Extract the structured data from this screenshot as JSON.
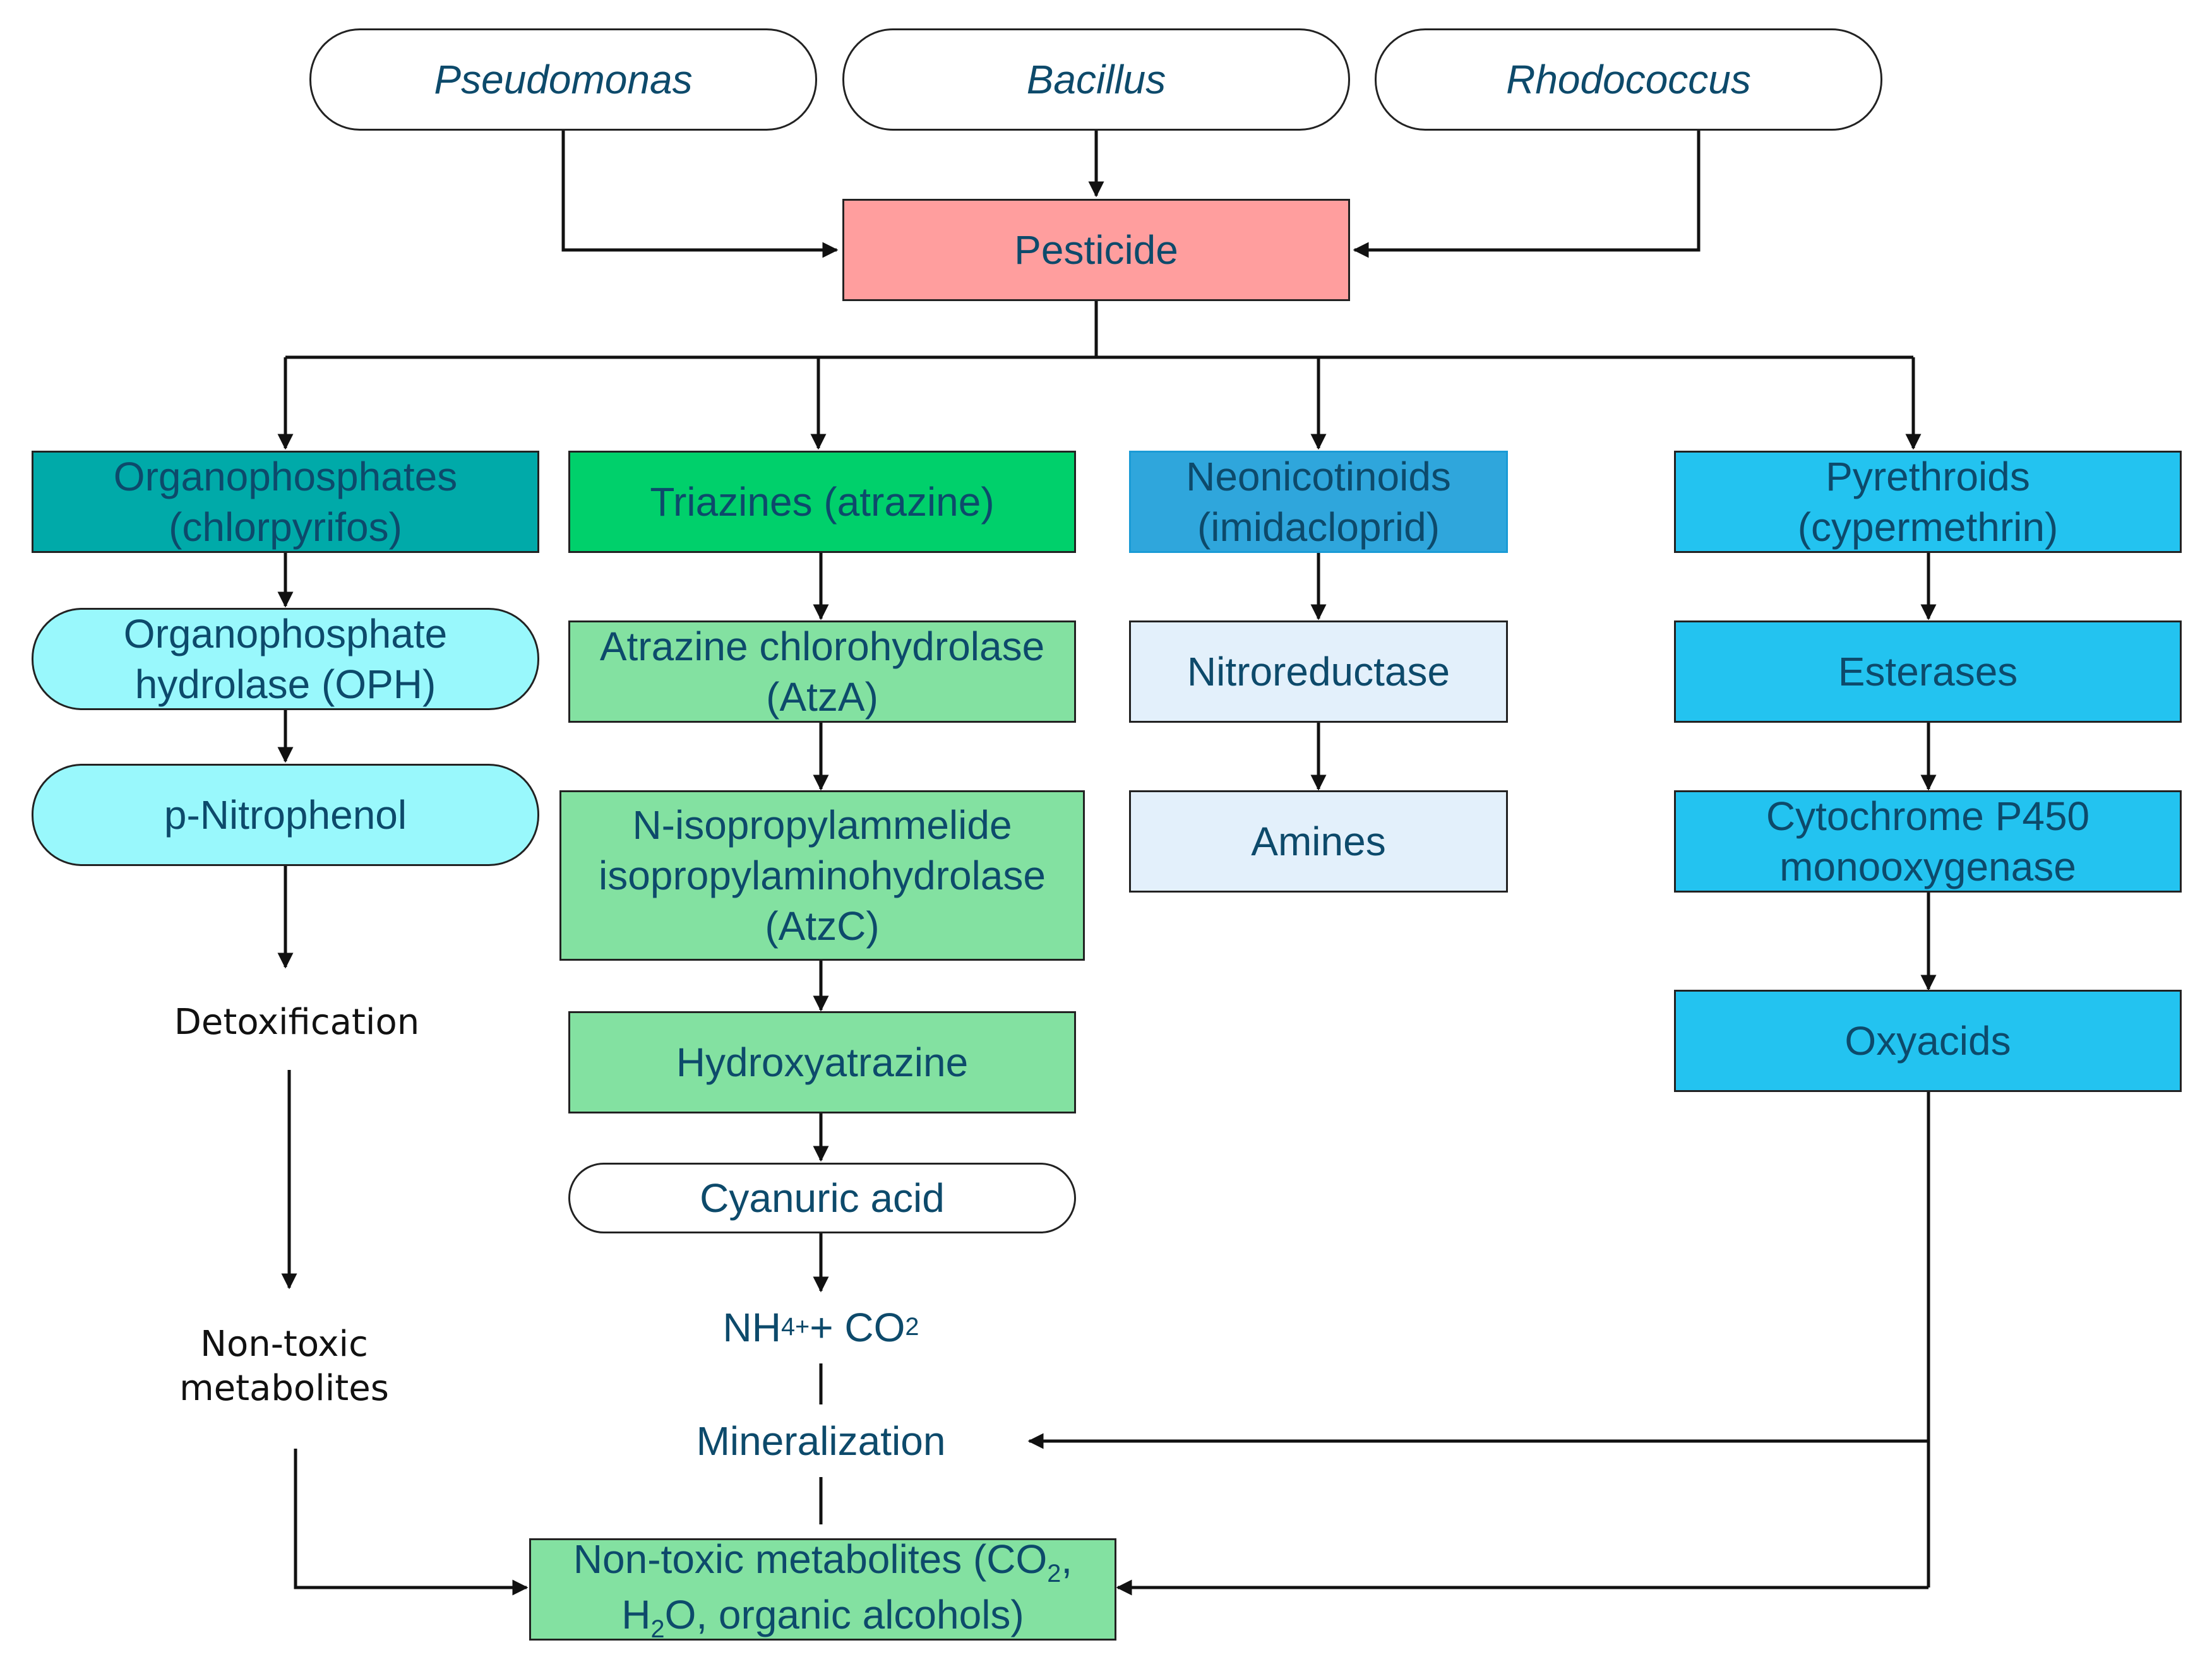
{
  "colors": {
    "pesticide": "#ff9e9e",
    "organophosphates": "#00aaa9",
    "oph_pill": "#99f8fc",
    "triazines": "#00d06b",
    "atrazine_steps": "#83e1a1",
    "neonicotinoids": "#2fa6dc",
    "nitro_steps": "#e3f0fb",
    "pyrethroids": "#23c3f0",
    "text_dark": "#0d4a6b",
    "line": "#111111"
  },
  "bacteria": {
    "pseudomonas": "Pseudomonas",
    "bacillus": "Bacillus",
    "rhodococcus": "Rhodococcus"
  },
  "pesticide": "Pesticide",
  "organophosphate_branch": {
    "class": "Organophosphates\n(chlorpyrifos)",
    "enzyme": "Organophosphate\nhydrolase (OPH)",
    "product": "p-Nitrophenol",
    "detox": "Detoxification",
    "nontoxic": "Non-toxic\nmetabolites"
  },
  "triazine_branch": {
    "class": "Triazines (atrazine)",
    "enzyme1": "Atrazine chlorohydrolase\n(AtzA)",
    "enzyme2": "N-isopropylammelide\nisopropylaminohydrolase\n(AtzC)",
    "product1": "Hydroxyatrazine",
    "product2": "Cyanuric acid",
    "final_nh": "NH",
    "final_nh_sub": "4",
    "final_nh_sup": "+",
    "final_co": " + CO",
    "final_co_sub": "2",
    "mineralization": "Mineralization"
  },
  "neonicotinoid_branch": {
    "class": "Neonicotinoids\n(imidacloprid)",
    "enzyme": "Nitroreductase",
    "product": "Amines"
  },
  "pyrethroid_branch": {
    "class": "Pyrethroids\n(cypermethrin)",
    "enzyme1": "Esterases",
    "enzyme2": "Cytochrome P450\nmonooxygenase",
    "product": "Oxyacids"
  },
  "final_box": {
    "l1a": "Non-toxic metabolites (CO",
    "l1sub": "2",
    "l1b": ",",
    "l2a": "H",
    "l2sub": "2",
    "l2b": "O, organic alcohols)"
  }
}
